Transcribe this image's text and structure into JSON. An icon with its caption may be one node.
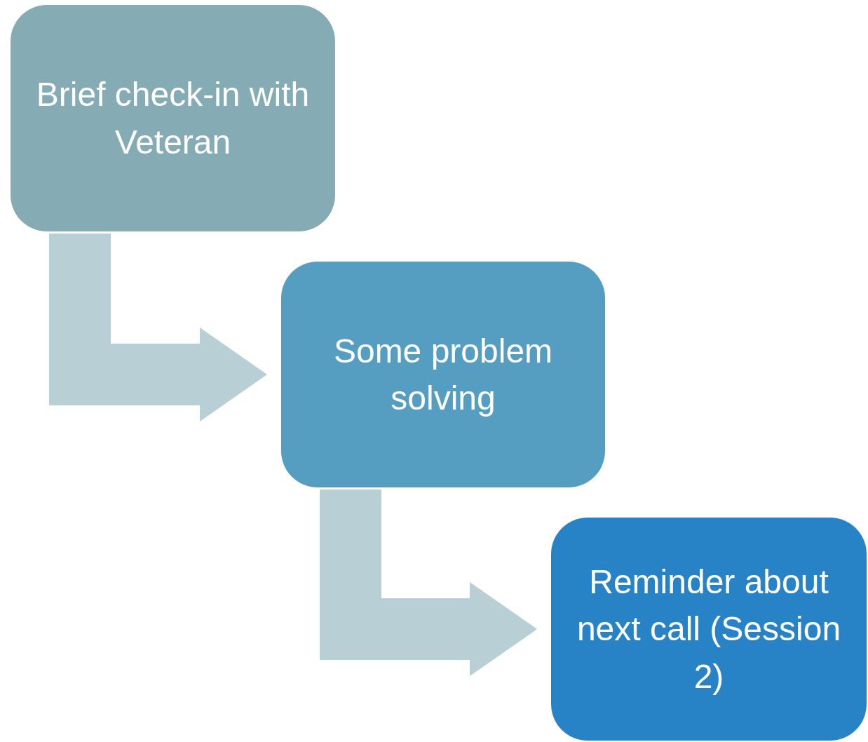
{
  "diagram": {
    "nodes": [
      {
        "text": [
          "Brief check-in with Veteran"
        ]
      },
      {
        "text": [
          "Some problem solving"
        ]
      },
      {
        "text": [
          "Reminder about next call (Session 2)"
        ]
      }
    ],
    "edges": [
      {
        "from": 0,
        "to": 1,
        "arrow": "to",
        "style": "thick",
        "color": "#b7cfd5"
      },
      {
        "from": 1,
        "to": 2,
        "arrow": "to",
        "style": "thick",
        "color": "#b7cfd5"
      }
    ]
  }
}
